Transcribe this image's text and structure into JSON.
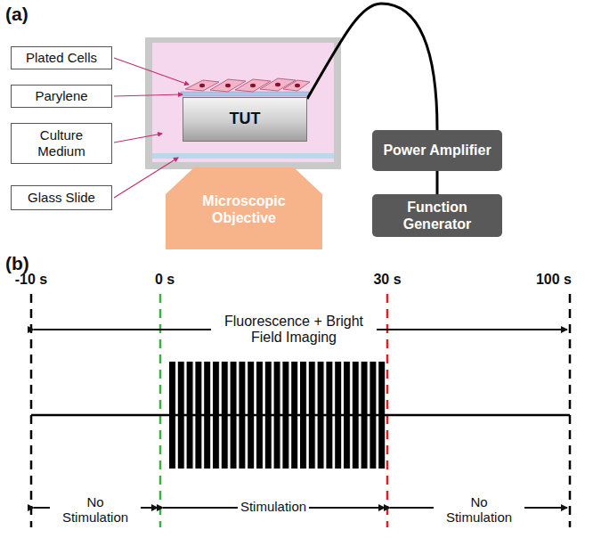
{
  "diagram": {
    "nodes": [
      {
        "text": [
          "Plated Cells"
        ]
      },
      {
        "text": [
          "Parylene"
        ]
      },
      {
        "text": [
          "Culture Medium"
        ]
      },
      {
        "text": [
          "Glass Slide"
        ]
      },
      {
        "text": [
          "TUT"
        ]
      },
      {
        "text": [
          "Microscopic Objective"
        ]
      },
      {
        "text": [
          "Power Amplifier"
        ]
      },
      {
        "text": [
          "Function Generator"
        ]
      }
    ],
    "edges": [
      {
        "from": 4,
        "to": 6,
        "arrow": "none"
      },
      {
        "from": 6,
        "to": 7,
        "arrow": "none"
      }
    ],
    "labels": [
      "(a)",
      "(b)",
      "-10 s",
      "0 s",
      "30 s",
      "100 s",
      "Fluorescence + Bright Field Imaging",
      "No Stimulation",
      "Stimulation",
      "No Stimulation"
    ]
  }
}
